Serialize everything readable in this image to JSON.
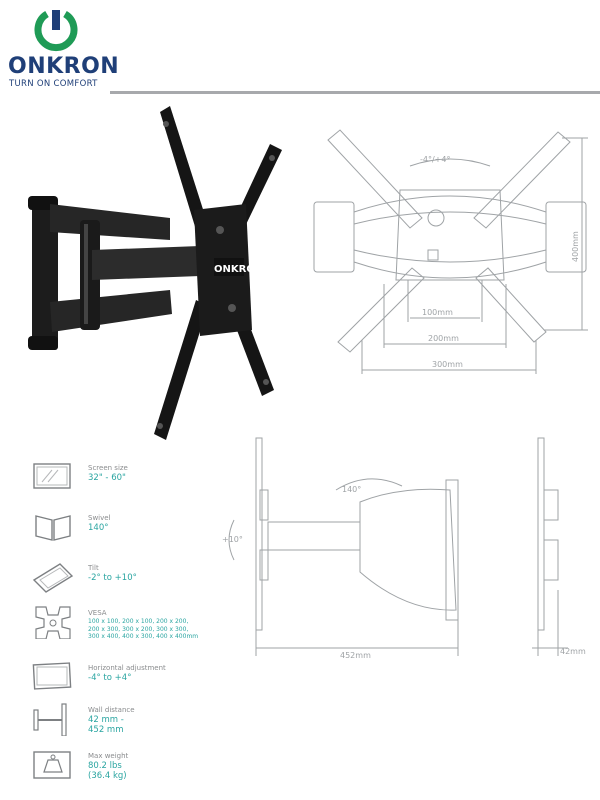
{
  "brand": {
    "name": "ONKRON",
    "tagline": "TURN ON COMFORT",
    "colors": {
      "green": "#1f9b56",
      "navy": "#1f3f78",
      "teal": "#2aa5a1",
      "gray": "#a7a9ac"
    }
  },
  "product": {
    "logo_text": "ONKRON"
  },
  "drawing_front": {
    "tilt": "-4°/+4°",
    "vesa_100": "100mm",
    "vesa_200": "200mm",
    "vesa_300": "300mm",
    "vesa_400": "400mm"
  },
  "drawing_top": {
    "swivel": "140°",
    "tilt": "+10°",
    "max_depth": "452mm"
  },
  "drawing_side": {
    "min_depth": "42mm"
  },
  "specs": [
    {
      "icon": "screen-size-icon",
      "label": "Screen size",
      "value": "32\" - 60\""
    },
    {
      "icon": "swivel-icon",
      "label": "Swivel",
      "value": "140°"
    },
    {
      "icon": "tilt-icon",
      "label": "Tilt",
      "value": "-2° to +10°"
    },
    {
      "icon": "vesa-icon",
      "label": "VESA",
      "value": "100 x 100, 200 x 100, 200 x 200,\n200 x 300, 300 x 200, 300 x 300,\n300 x 400, 400 x 300, 400 x 400mm"
    },
    {
      "icon": "horizontal-adjustment-icon",
      "label": "Horizontal adjustment",
      "value": "-4° to +4°"
    },
    {
      "icon": "wall-distance-icon",
      "label": "Wall distance",
      "value": "42 mm -\n452 mm"
    },
    {
      "icon": "max-weight-icon",
      "label": "Max weight",
      "value": "80.2 lbs\n(36.4 kg)"
    }
  ]
}
